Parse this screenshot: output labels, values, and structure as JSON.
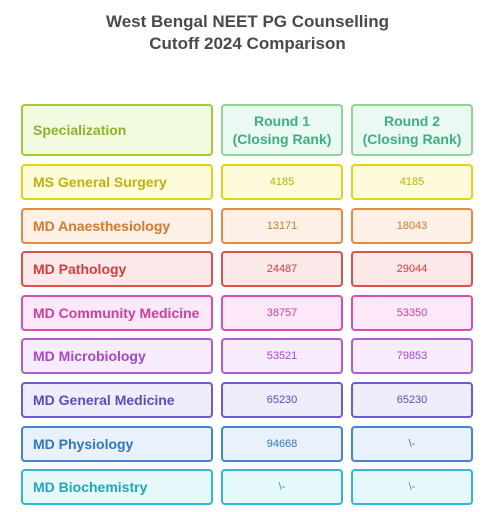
{
  "chart_data": {
    "type": "table",
    "title_lines": [
      "West Bengal NEET PG Counselling",
      "Cutoff 2024 Comparison"
    ],
    "columns": [
      {
        "key": "specialization",
        "label": "Specialization"
      },
      {
        "key": "round1",
        "label_lines": [
          "Round 1",
          "(Closing Rank)"
        ]
      },
      {
        "key": "round2",
        "label_lines": [
          "Round 2",
          "(Closing Rank)"
        ]
      }
    ],
    "header_colors": {
      "border": "#9fcc2e",
      "fill": "#f2fbdf",
      "text": "#8ab52a",
      "round_border": "#8fd68f",
      "round_fill": "#eafaf3",
      "round_text": "#3faf7f"
    },
    "rows": [
      {
        "specialization": "MS General Surgery",
        "round1": "4185",
        "round2": "4185",
        "border": "#e3d40f",
        "fill": "#fdfbd9",
        "text": "#c2b10c"
      },
      {
        "specialization": "MD Anaesthesiology",
        "round1": "13171",
        "round2": "18043",
        "border": "#e58a3f",
        "fill": "#fdf0e6",
        "text": "#d8782b"
      },
      {
        "specialization": "MD Pathology",
        "round1": "24487",
        "round2": "29044",
        "border": "#e0514d",
        "fill": "#fce9e9",
        "text": "#d43f3b"
      },
      {
        "specialization": "MD Community Medicine",
        "round1": "38757",
        "round2": "53350",
        "border": "#d94fb0",
        "fill": "#fce8f6",
        "text": "#cc3f9f"
      },
      {
        "specialization": "MD Microbiology",
        "round1": "53521",
        "round2": "79853",
        "border": "#b45ad9",
        "fill": "#f6ecfc",
        "text": "#a448cd"
      },
      {
        "specialization": "MD General Medicine",
        "round1": "65230",
        "round2": "65230",
        "border": "#6a5bd6",
        "fill": "#efedfc",
        "text": "#5a4bc8"
      },
      {
        "specialization": "MD Physiology",
        "round1": "94668",
        "round2": "\\-",
        "border": "#3f86d8",
        "fill": "#e9f2fc",
        "text": "#2f76c8"
      },
      {
        "specialization": "MD Biochemistry",
        "round1": "\\-",
        "round2": "\\-",
        "border": "#2fb9d4",
        "fill": "#e7f8fb",
        "text": "#1fa7c2"
      }
    ]
  }
}
